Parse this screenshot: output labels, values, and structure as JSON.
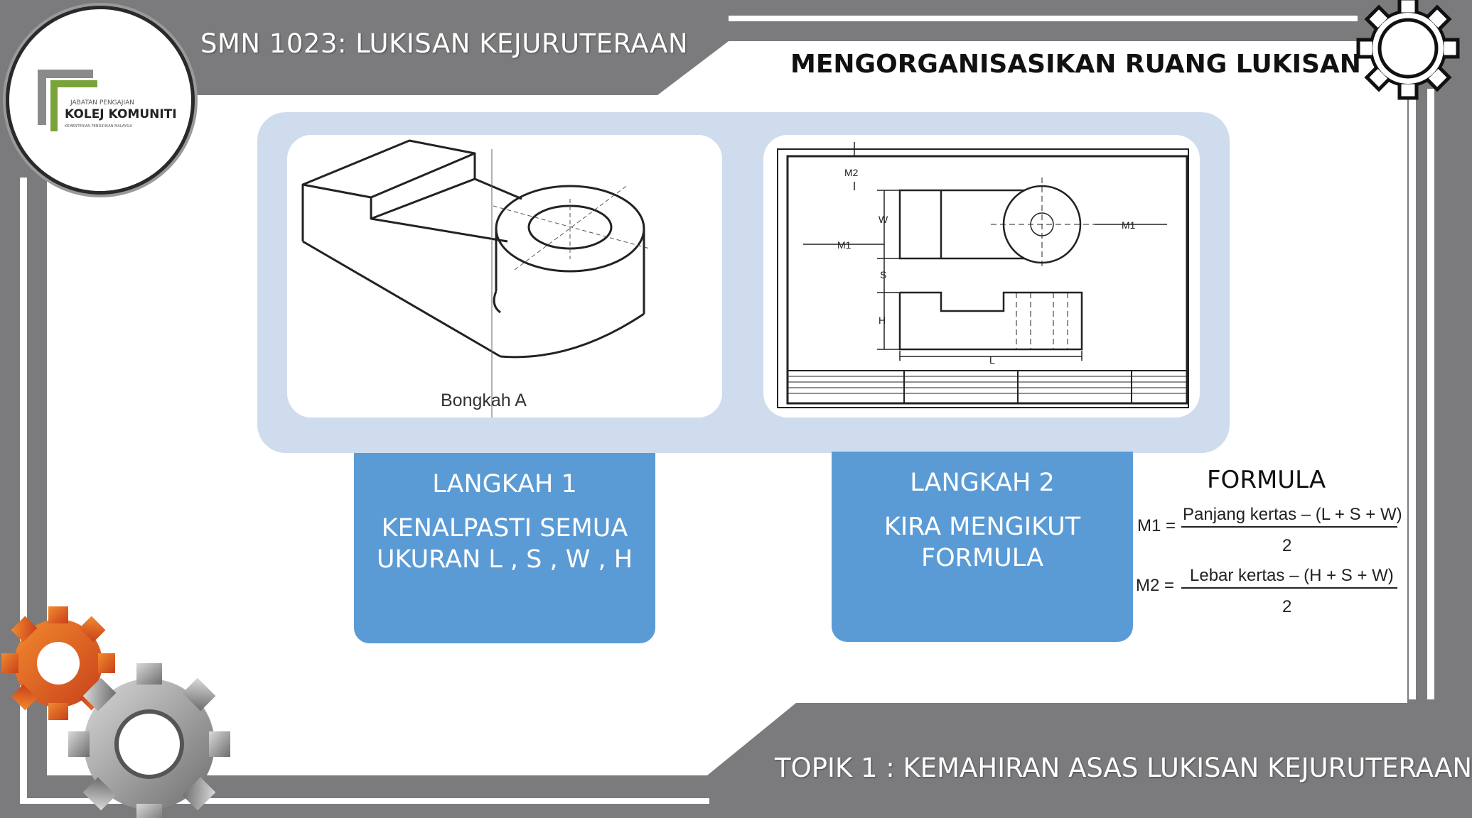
{
  "header": {
    "course_title": "SMN 1023: LUKISAN KEJURUTERAAN",
    "slide_title": "MENGORGANISASIKAN RUANG LUKISAN"
  },
  "logo": {
    "top_text": "JABATAN PENGAJIAN",
    "name": "KOLEJ KOMUNITI",
    "sub_text": "KEMENTERIAN PENDIDIKAN MALAYSIA"
  },
  "figure_left": {
    "caption": "Bongkah A"
  },
  "figure_right": {
    "labels": {
      "m2": "M2",
      "m1_left": "M1",
      "m1_right": "M1",
      "w": "W",
      "s": "S",
      "h": "H",
      "l": "L"
    }
  },
  "steps": [
    {
      "title": "LANGKAH 1",
      "line1": "KENALPASTI SEMUA",
      "line2": "UKURAN L , S , W , H"
    },
    {
      "title": "LANGKAH 2",
      "line1": "KIRA MENGIKUT",
      "line2": "FORMULA"
    }
  ],
  "formula": {
    "title": "FORMULA",
    "m1_label": "M1 =",
    "m1_numerator": "Panjang kertas – (L + S + W)",
    "m1_denominator": "2",
    "m2_label": "M2 =",
    "m2_numerator": "Lebar kertas – (H + S + W)",
    "m2_denominator": "2"
  },
  "footer": {
    "topic_title": "TOPIK 1 : KEMAHIRAN ASAS LUKISAN KEJURUTERAAN"
  },
  "colors": {
    "frame_gray": "#7b7a7c",
    "step_blue": "#5b9bd5",
    "panel_blue": "#cfdced",
    "gear_orange": "#e8601c"
  }
}
